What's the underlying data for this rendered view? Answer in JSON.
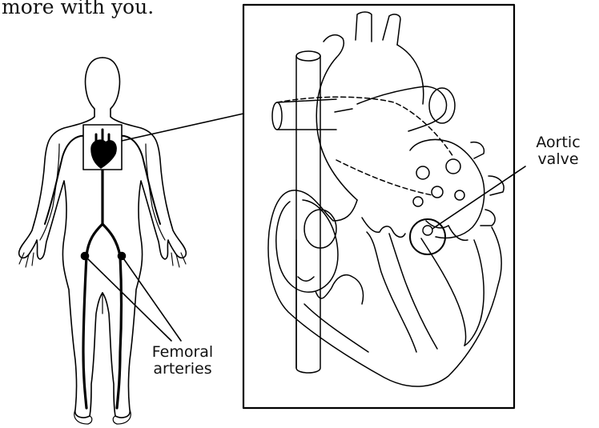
{
  "intro_text": "more with you.",
  "labels": {
    "aortic_line1": "Aortic",
    "aortic_line2": "valve",
    "femoral_line1": "Femoral",
    "femoral_line2": "arteries"
  },
  "colors": {
    "line": "#000000",
    "background": "#ffffff"
  }
}
